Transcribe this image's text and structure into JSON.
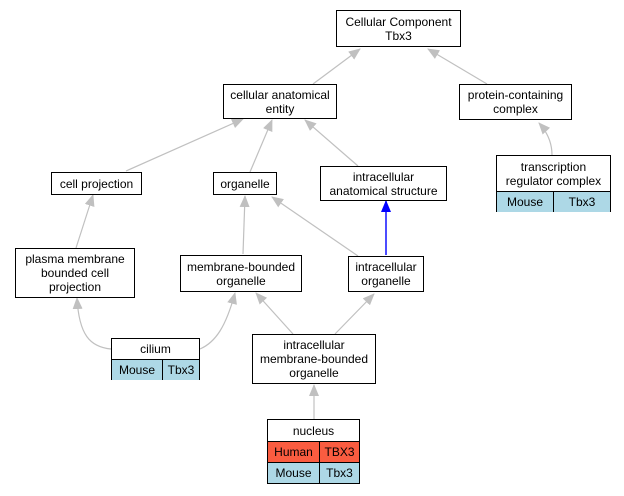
{
  "nodes": {
    "root": "Cellular Component\nTbx3",
    "cae": "cellular anatomical\nentity",
    "pcc": "protein-containing\ncomplex",
    "trc": "transcription\nregulator complex",
    "cp": "cell projection",
    "org": "organelle",
    "ias": "intracellular\nanatomical structure",
    "pmbcp": "plasma membrane\nbounded cell\nprojection",
    "mbo": "membrane-bounded\norganelle",
    "io": "intracellular\norganelle",
    "cilium": "cilium",
    "imbo": "intracellular\nmembrane-bounded\norganelle",
    "nucleus": "nucleus"
  },
  "annotations": {
    "trc": [
      {
        "species": "Mouse",
        "gene": "Tbx3"
      }
    ],
    "cilium": [
      {
        "species": "Mouse",
        "gene": "Tbx3"
      }
    ],
    "nucleus": [
      {
        "species": "Human",
        "gene": "TBX3"
      },
      {
        "species": "Mouse",
        "gene": "Tbx3"
      }
    ]
  },
  "colors": {
    "edge": "#c0c0c0",
    "highlight_edge": "#0000ff",
    "mouse": "#add8e6",
    "human": "#fa5c40"
  }
}
